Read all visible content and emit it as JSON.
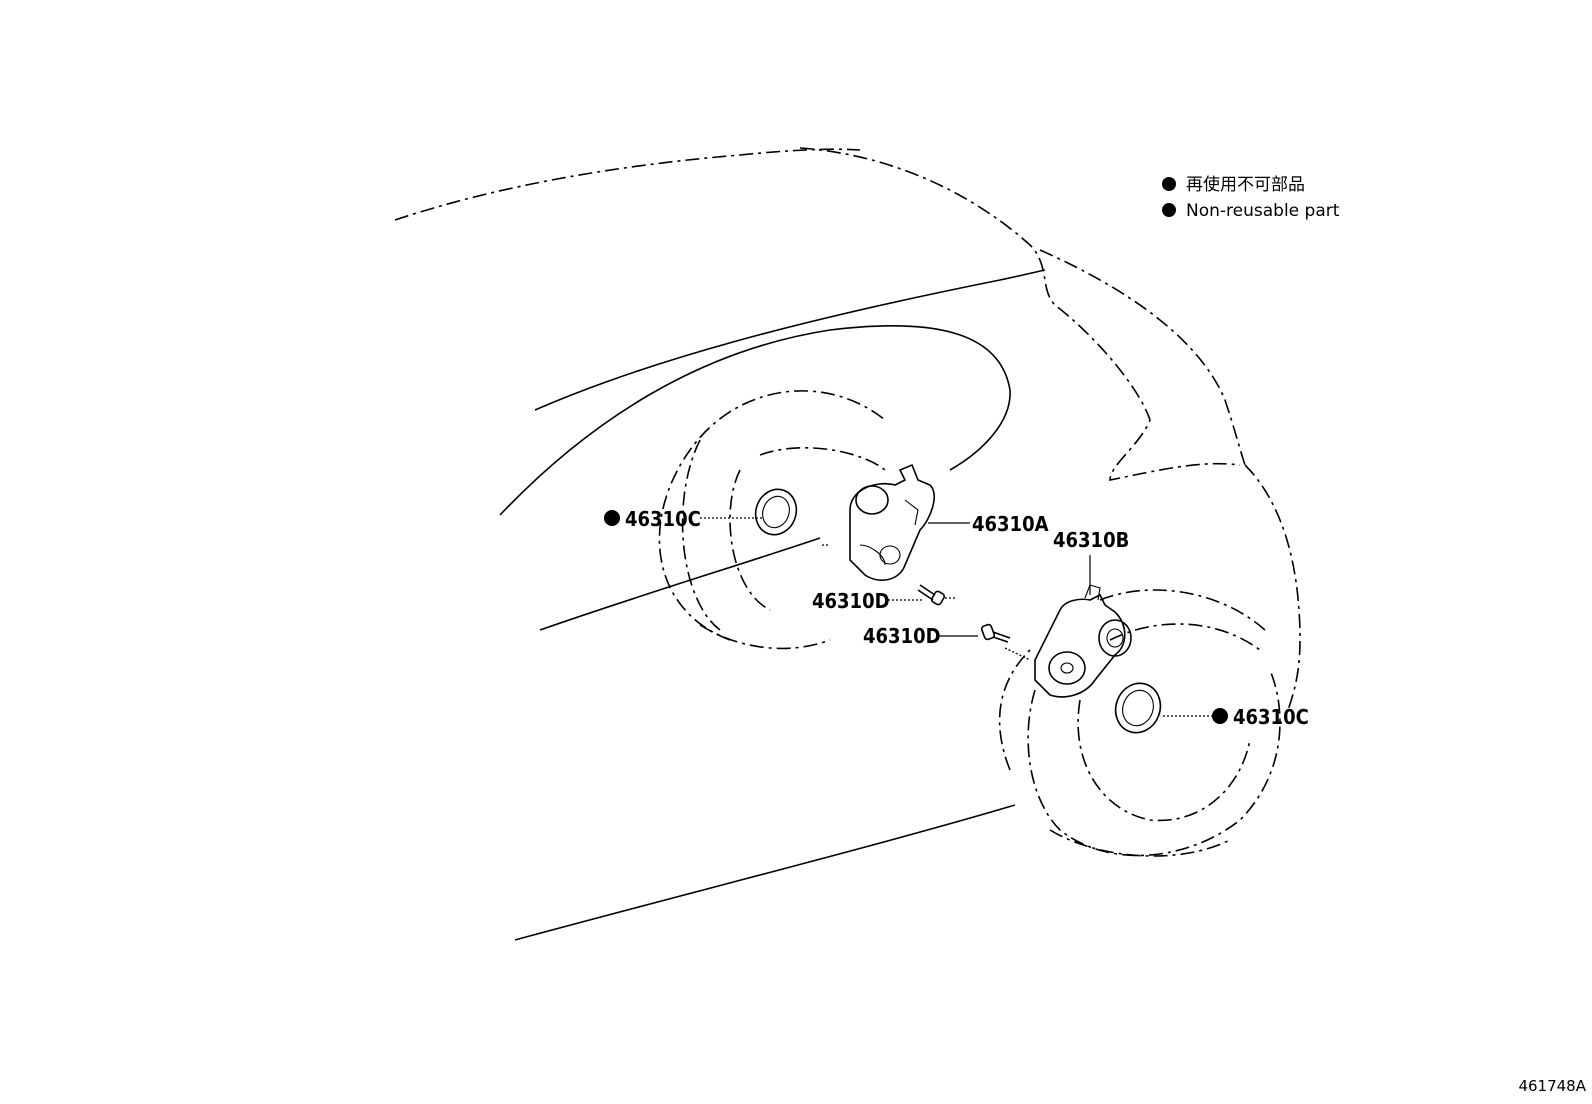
{
  "legend": {
    "line_jp": "再使用不可部品",
    "line_en": "Non-reusable part"
  },
  "callouts": {
    "seal_front": "46310C",
    "actuator_a": "46310A",
    "actuator_b": "46310B",
    "bolt_a": "46310D",
    "bolt_b": "46310D",
    "seal_rear": "46310C"
  },
  "illustration_id": "461748A",
  "colors": {
    "ink": "#000000",
    "paper": "#ffffff"
  }
}
